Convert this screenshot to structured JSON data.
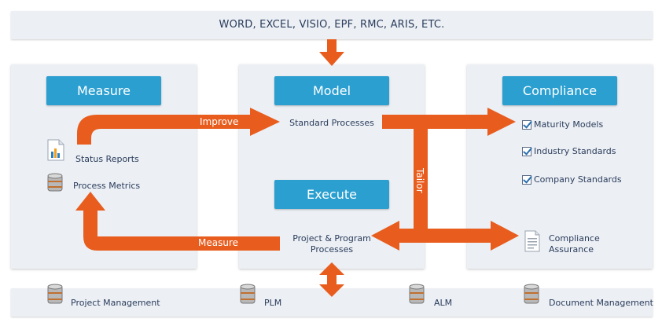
{
  "top_band": {
    "text": "WORD, EXCEL, VISIO, EPF, RMC, ARIS, ETC."
  },
  "measure_panel": {
    "title": "Measure",
    "items": [
      {
        "label": "Status Reports",
        "icon": "report-icon"
      },
      {
        "label": "Process Metrics",
        "icon": "database-icon"
      }
    ]
  },
  "model_panel": {
    "title": "Model",
    "standard_processes": "Standard Processes",
    "execute_title": "Execute",
    "project_processes_line1": "Project & Program",
    "project_processes_line2": "Processes"
  },
  "compliance_panel": {
    "title": "Compliance",
    "checklist": [
      "Maturity Models",
      "Industry Standards",
      "Company Standards"
    ],
    "assurance_line1": "Compliance",
    "assurance_line2": "Assurance"
  },
  "arrows": {
    "improve": "Improve",
    "measure": "Measure",
    "tailor": "Tailor",
    "color": "#e85d1e"
  },
  "bottom_band": {
    "items": [
      "Project Management",
      "PLM",
      "ALM",
      "Document Management"
    ]
  }
}
